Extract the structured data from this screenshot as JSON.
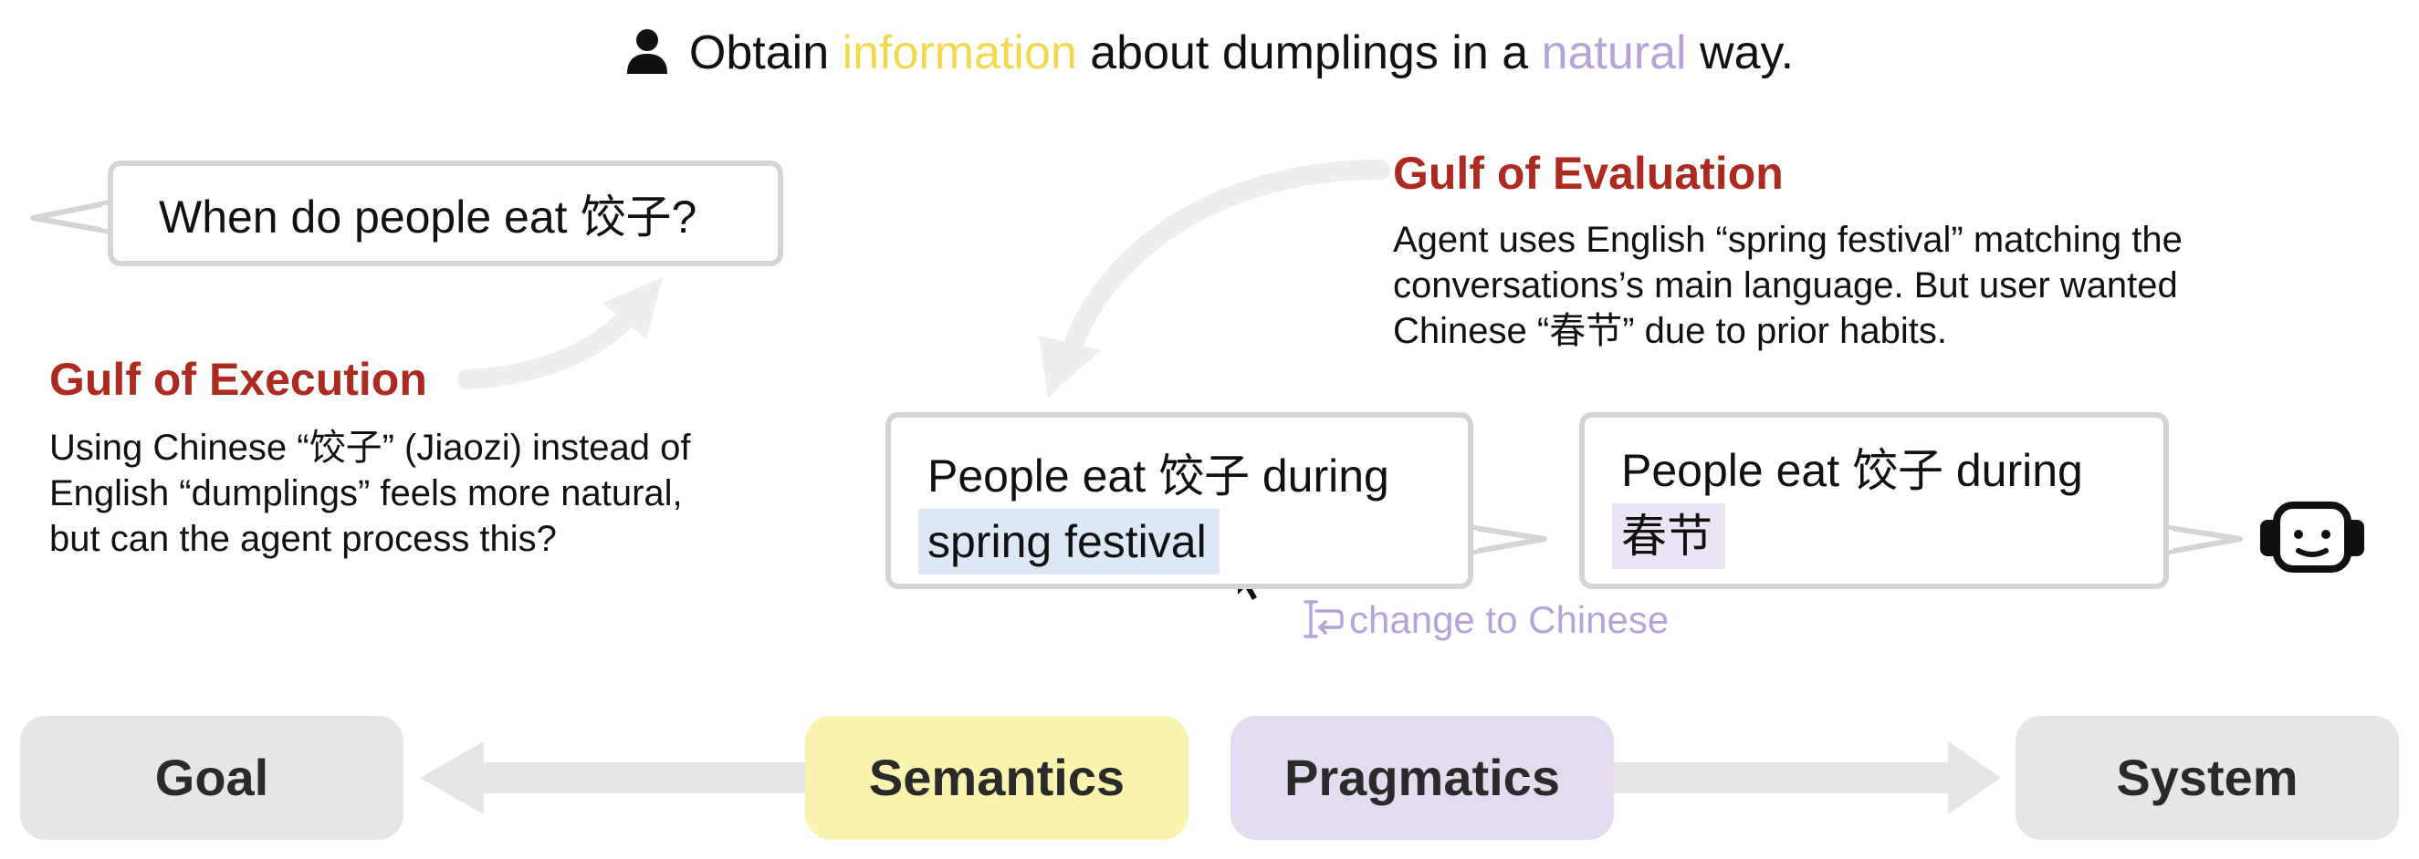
{
  "goal": {
    "prefix": "Obtain ",
    "highlight_information": "information",
    "middle": " about dumplings in a ",
    "highlight_natural": "natural",
    "suffix": " way.",
    "icon": "user-icon"
  },
  "user_bubble": {
    "text": "When do people eat 饺子?"
  },
  "gulf_execution": {
    "title": "Gulf of Execution",
    "lines": [
      "Using Chinese “饺子” (Jiaozi) instead of",
      "English “dumplings” feels more natural,",
      "but can the agent process this?"
    ]
  },
  "gulf_evaluation": {
    "title": "Gulf of Evaluation",
    "lines": [
      "Agent uses English “spring festival” matching the",
      "conversations’s main language. But user wanted",
      "Chinese “春节” due to prior habits."
    ]
  },
  "agent_bubble_original": {
    "line1": "People eat 饺子 during",
    "highlight": "spring festival"
  },
  "agent_bubble_revised": {
    "line1": "People eat 饺子 during",
    "highlight": "春节"
  },
  "change_note": {
    "text": "change to Chinese",
    "icon": "text-edit-icon"
  },
  "agent_icon": "robot-icon",
  "blocks": {
    "goal": "Goal",
    "semantics": "Semantics",
    "pragmatics": "Pragmatics",
    "system": "System"
  },
  "colors": {
    "gulf_title": "#ad2a20",
    "information_highlight": "#f2d94e",
    "natural_highlight": "#b6a4d9",
    "semantics_block": "#fbf3b0",
    "pragmatics_block": "#e4dbf1",
    "neutral_block": "#e6e6e8",
    "bubble_border": "#d4d4d4"
  }
}
